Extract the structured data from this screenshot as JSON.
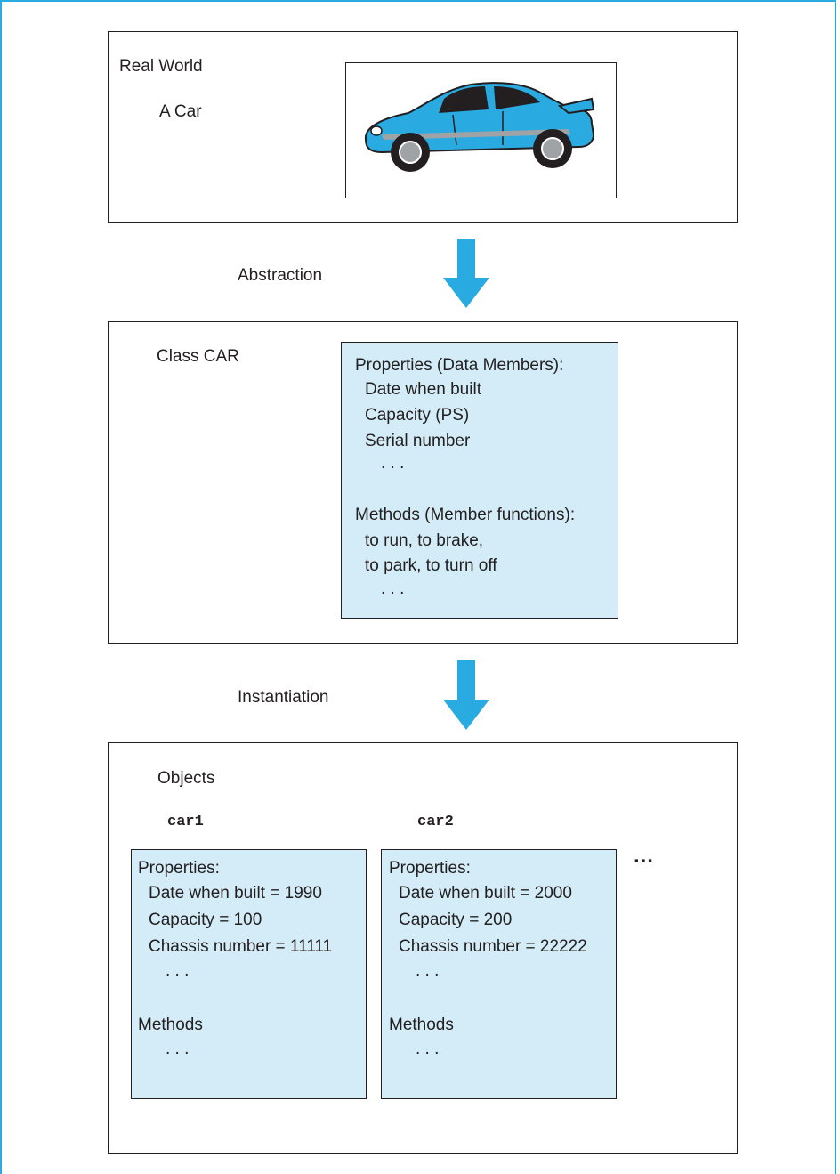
{
  "real_world": {
    "title": "Real World",
    "subtitle": "A Car"
  },
  "abstraction": {
    "label": "Abstraction"
  },
  "class_box": {
    "title": "Class CAR",
    "properties_header": "Properties (Data Members):",
    "properties": [
      "Date when built",
      "Capacity (PS)",
      "Serial number"
    ],
    "properties_ellipsis": ". . .",
    "methods_header": "Methods (Member functions):",
    "methods": [
      "to run, to brake,",
      "to park, to turn off"
    ],
    "methods_ellipsis": ". . ."
  },
  "instantiation": {
    "label": "Instantiation"
  },
  "objects_box": {
    "title": "Objects",
    "more": "…",
    "objects": [
      {
        "name": "car1",
        "properties_header": "Properties:",
        "properties": [
          "Date when built  = 1990",
          "Capacity = 100",
          "Chassis number = 11111"
        ],
        "properties_ellipsis": ". . .",
        "methods_header": "Methods",
        "methods_ellipsis": ". . ."
      },
      {
        "name": "car2",
        "properties_header": "Properties:",
        "properties": [
          "Date when built  = 2000",
          "Capacity = 200",
          "Chassis number = 22222"
        ],
        "properties_ellipsis": ". . .",
        "methods_header": "Methods",
        "methods_ellipsis": ". . ."
      }
    ]
  },
  "colors": {
    "accent": "#29abe2",
    "box_fill": "#d3ecf7",
    "ink": "#231f20"
  },
  "icons": {
    "car_image": "car-illustration",
    "arrow": "down-arrow-icon"
  }
}
